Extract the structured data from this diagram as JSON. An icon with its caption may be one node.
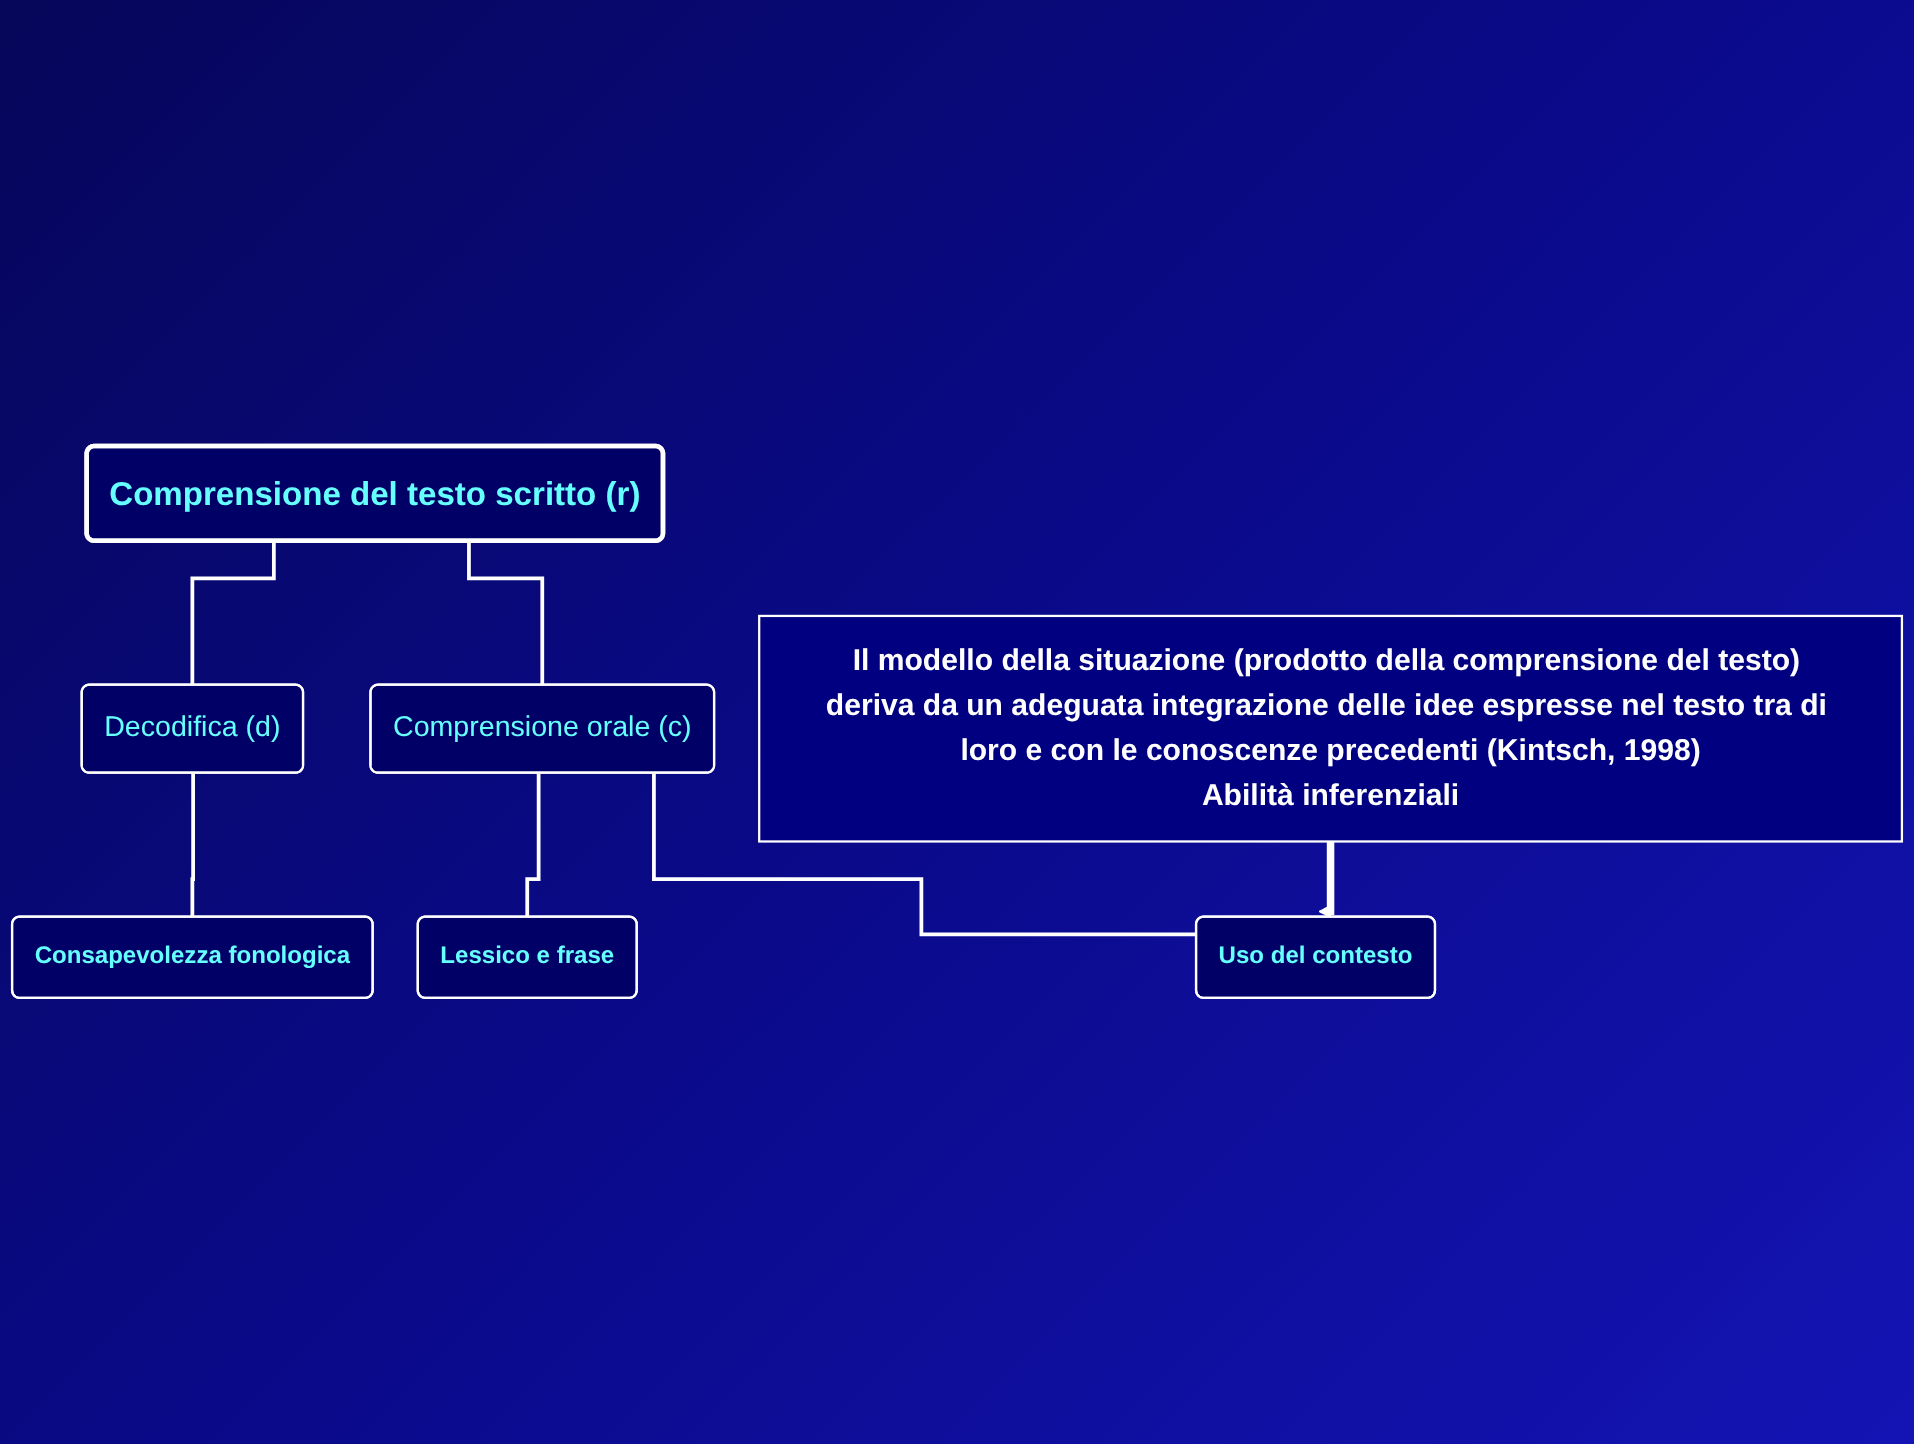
{
  "diagram": {
    "nodes": [
      {
        "text": [
          "Comprensione del testo scritto (r)"
        ]
      },
      {
        "text": [
          "Decodifica (d)"
        ]
      },
      {
        "text": [
          "Comprensione orale (c)"
        ]
      },
      {
        "text": [
          "Consapevolezza fonologica"
        ]
      },
      {
        "text": [
          "Lessico e frase"
        ]
      },
      {
        "text": [
          "Uso del contesto"
        ]
      },
      {
        "text": [
          "Il modello della situazione (prodotto della comprensione del testo) deriva da un adeguata integrazione delle idee espresse nel testo tra di loro e con le conoscenze precedenti (Kintsch, 1998)",
          "Abilità inferenziali"
        ]
      }
    ],
    "edges": [
      {
        "from": 0,
        "to": 1,
        "arrow": "none"
      },
      {
        "from": 0,
        "to": 2,
        "arrow": "none"
      },
      {
        "from": 1,
        "to": 3,
        "arrow": "none"
      },
      {
        "from": 2,
        "to": 4,
        "arrow": "none"
      },
      {
        "from": 2,
        "to": 5,
        "arrow": "none"
      },
      {
        "from": 6,
        "to": 5,
        "arrow": "to",
        "style": "thick"
      }
    ]
  }
}
